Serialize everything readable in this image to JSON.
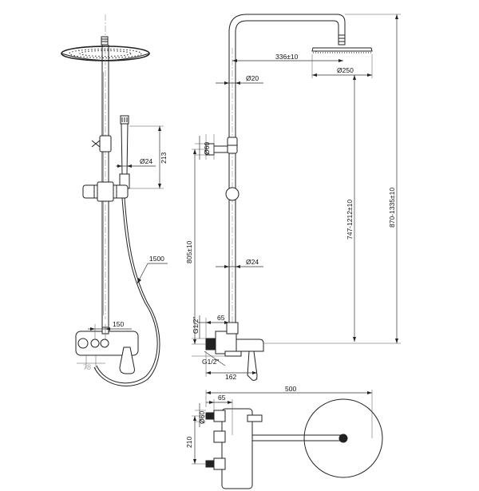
{
  "front_view": {
    "hand_shower_height": "213",
    "hand_shower_diameter": "Ø24",
    "hose_length": "1500",
    "mixer_center_distance": "150",
    "lower_offset": "78"
  },
  "side_view": {
    "arm_projection": "336±10",
    "rail_diameter": "Ø20",
    "head_diameter": "Ø250",
    "knob_diameter": "Ø60",
    "pipe_diameter": "Ø24",
    "mixer_to_holder_height": "805±10",
    "rail_adjust_height": "747-1212±10",
    "total_height": "870-1335±10",
    "thread_top": "G1/2\"",
    "thread_bottom": "G1/2\"",
    "wall_offset": "65",
    "body_depth": "162"
  },
  "top_view": {
    "total_projection": "500",
    "wall_offset": "65",
    "knob_diameter": "Ø60",
    "mixer_width": "210"
  }
}
